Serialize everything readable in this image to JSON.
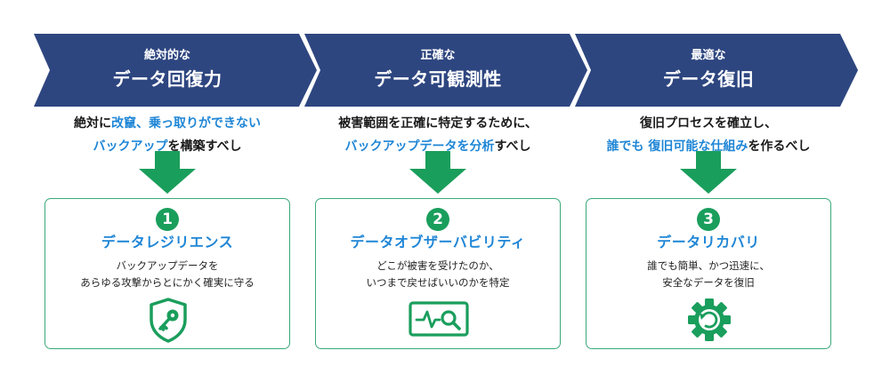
{
  "colors": {
    "chevron": "#2e4680",
    "arrow": "#1a9e5c",
    "accent_text": "#1f86d6",
    "card_border": "#3aa97a"
  },
  "columns": [
    {
      "header_sub": "絶対的な",
      "header_main": "データ回復力",
      "desc_line1": [
        {
          "t": "絶対に",
          "hl": false
        },
        {
          "t": "改竄、乗っ取りができない",
          "hl": true
        }
      ],
      "desc_line2": [
        {
          "t": "バックアップ",
          "hl": true
        },
        {
          "t": "を構築すべし",
          "hl": false
        }
      ],
      "number": "1",
      "card_title": "データレジリエンス",
      "card_line1": "バックアップデータを",
      "card_line2": "あらゆる攻撃からとにかく確実に守る",
      "icon": "shield-key-icon"
    },
    {
      "header_sub": "正確な",
      "header_main": "データ可観測性",
      "desc_line1": [
        {
          "t": "被害範囲を正確に特定するために、",
          "hl": false
        }
      ],
      "desc_line2": [
        {
          "t": "バックアップデータを分析",
          "hl": true
        },
        {
          "t": "すべし",
          "hl": false
        }
      ],
      "number": "2",
      "card_title": "データオブザーバビリティ",
      "card_line1": "どこが被害を受けたのか、",
      "card_line2": "いつまで戻せばいいのかを特定",
      "icon": "monitor-search-icon"
    },
    {
      "header_sub": "最適な",
      "header_main": "データ復旧",
      "desc_line1": [
        {
          "t": "復旧プロセスを確立し、",
          "hl": false
        }
      ],
      "desc_line2": [
        {
          "t": "誰でも 復旧可能な仕組み",
          "hl": true
        },
        {
          "t": "を作るべし",
          "hl": false
        }
      ],
      "number": "3",
      "card_title": "データリカバリ",
      "card_line1": "誰でも簡単、かつ迅速に、",
      "card_line2": "安全なデータを復旧",
      "icon": "gear-restore-icon"
    }
  ]
}
